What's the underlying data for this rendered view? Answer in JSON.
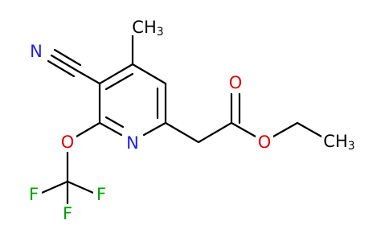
{
  "colors": {
    "background": "#ffffff",
    "bond": "#000000",
    "nitrogen": "#2020e0",
    "oxygen": "#e00000",
    "fluorine": "#00a000",
    "carbon": "#000000"
  },
  "atoms": {
    "ch3_top": {
      "text": "CH3",
      "element": "C"
    },
    "nitrile_n": {
      "text": "N",
      "element": "N"
    },
    "ring_n": {
      "text": "N",
      "element": "N"
    },
    "ether_o": {
      "text": "O",
      "element": "O"
    },
    "f_left": {
      "text": "F",
      "element": "F"
    },
    "f_bottom": {
      "text": "F",
      "element": "F"
    },
    "f_right": {
      "text": "F",
      "element": "F"
    },
    "carbonyl_o": {
      "text": "O",
      "element": "O"
    },
    "ester_o": {
      "text": "O",
      "element": "O"
    },
    "ch3_ethyl": {
      "text": "CH3",
      "element": "C"
    }
  }
}
